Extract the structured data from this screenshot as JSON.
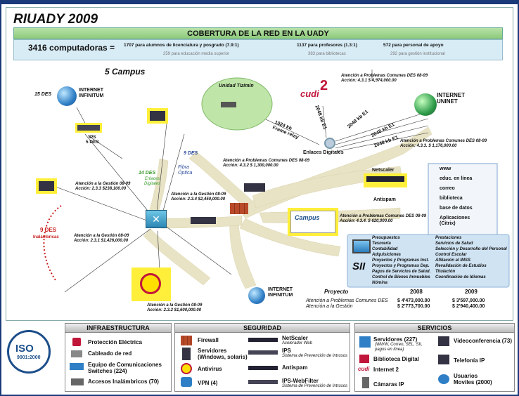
{
  "title": "RIUADY 2009",
  "banner": "COBERTURA DE LA RED EN LA UADY",
  "stats": {
    "total": "3416 computadoras =",
    "alumnos": "1707 para alumnos de licenciatura y posgrado (7.9:1)",
    "profesores": "1137 para profesores (1.3:1)",
    "personal": "572 para  personal de apoyo",
    "media": "259 para educación media superior",
    "bibliotecas": "383 para bibliotecas",
    "gestion": "292 para gestión institucional"
  },
  "labels": {
    "campus": "5 Campus",
    "des15": "15 DES",
    "internet_inf": "INTERNET\nINFINITUM",
    "ips": "IPS\n5 DES",
    "des14": "14 DES",
    "enlaces": "Enlaces\nDigitales",
    "des9": "9 DES",
    "fibra": "Fibra\nÓptica",
    "des9inal": "9 DES",
    "inalambricas": "Inalámbricas",
    "tizimin": "Unidad Tizimín",
    "cudi": "cudi",
    "internet_uninet": "INTERNET\nUNINET",
    "frame": "1024 kb\nFrame relay",
    "e1a": "2048 kb  E1",
    "e1b": "2048 kb  E1",
    "e1c": "2048 kb  E1",
    "e1d": "2048 kb  E1",
    "enlaces_dig": "Enlaces Digitales",
    "netscaler": "Netscaler",
    "antispam": "Antispam",
    "sii": "SII",
    "internet_inf2": "INTERNET\nINFINITUM",
    "campus_ms": "Campus"
  },
  "annotations": {
    "a1": "Atención a Problemas Comunes DES 08-09",
    "a1b": "Acción: 4.3.1    $ 4,974,000.00",
    "a2": "Atención a Problemas Comunes DES 08-09",
    "a2b": "Acción: 4.3.3.    $ 1,176,000.00",
    "a3": "Atención a Problemas Comunes DES 08-09",
    "a3b": "Acción: 4.3.2    $ 1,300,000.00",
    "a4": "Atención a la Gestión 08-09",
    "a4b": "Acción: 2.3.3     $238,100.00",
    "a5": "Atención a la Gestión 08-09",
    "a5b": "Acción: 2.3.4     $2,450,000.00",
    "a6": "Atención a Problemas Comunes DES 08-09",
    "a6b": "Acción: 4.3.4.    $ 620,000.00",
    "a7": "Atención a la Gestión 08-09",
    "a7b": "Acción: 2.3.1     $1,426,000.00",
    "a8": "Atención a la Gestión 08-09",
    "a8b": "Acción: 2.3.2    $1,600,000.00"
  },
  "services": [
    "www",
    "educ. en línea",
    "correo",
    "biblioteca",
    "base de datos",
    "Aplicaciones\n(Citrix)"
  ],
  "sii_left": [
    "Presupuestos",
    "Tesorería",
    "Contabilidad",
    "Adquisiciones",
    "Proyectos y Programas Inst.",
    "Proyectos y Programas Dep.",
    "Pagos de Servicios de Salud.",
    "Control de Bienes Inmuebles",
    "Nómina"
  ],
  "sii_right": [
    "Prestaciones",
    "Servicios de Salud",
    "Selección y Desarrollo del Personal",
    "Control Escolar",
    "Afiliación al IMSS",
    "Revalidación de Estudios",
    "Titulación",
    "Coordinación de Idiomas"
  ],
  "proyecto": {
    "header": "Proyecto",
    "y2008": "2008",
    "y2009": "2009",
    "row1": "Atención a Problemas Comunes DES",
    "row2": "Atención a la Gestión",
    "r1_2008": "$  4'473,000.00",
    "r1_2009": "$  3'597,000.00",
    "r2_2008": "$  2'773,700.00",
    "r2_2009": "$  2'940,400.00"
  },
  "infra": {
    "header": "INFRAESTRUCTURA",
    "items": [
      "Protección Eléctrica",
      "Cableado de red",
      "Equipo de Comunicaciones\nSwitches (224)",
      "Accesos Inalámbricos     (70)"
    ]
  },
  "seguridad": {
    "header": "SEGURIDAD",
    "left": [
      "Firewall",
      "Servidores\n(Windows, solaris)",
      "Antivirus",
      "VPN (4)"
    ],
    "right": [
      "NetScaler",
      "IPS",
      "Antispam",
      "IPS-WebFilter"
    ],
    "right_sub": [
      "Acelerador Web",
      "Sistema de Prevención de Intrusos",
      "",
      "Sistema de Prevención de Intrusos"
    ]
  },
  "servicios": {
    "header": "SERVICIOS",
    "left": [
      "Servidores     (227)",
      "Biblioteca Digital",
      "Internet 2",
      "Cámaras  IP"
    ],
    "left_sub": "(WWW, Correo, SEL, SII,\npagos en línea)",
    "right": [
      "Videoconferencia (73)",
      "Telefonía IP",
      "Usuarios\nMoviles (2000)"
    ]
  },
  "iso": "ISO",
  "iso_sub": "9001:2000"
}
